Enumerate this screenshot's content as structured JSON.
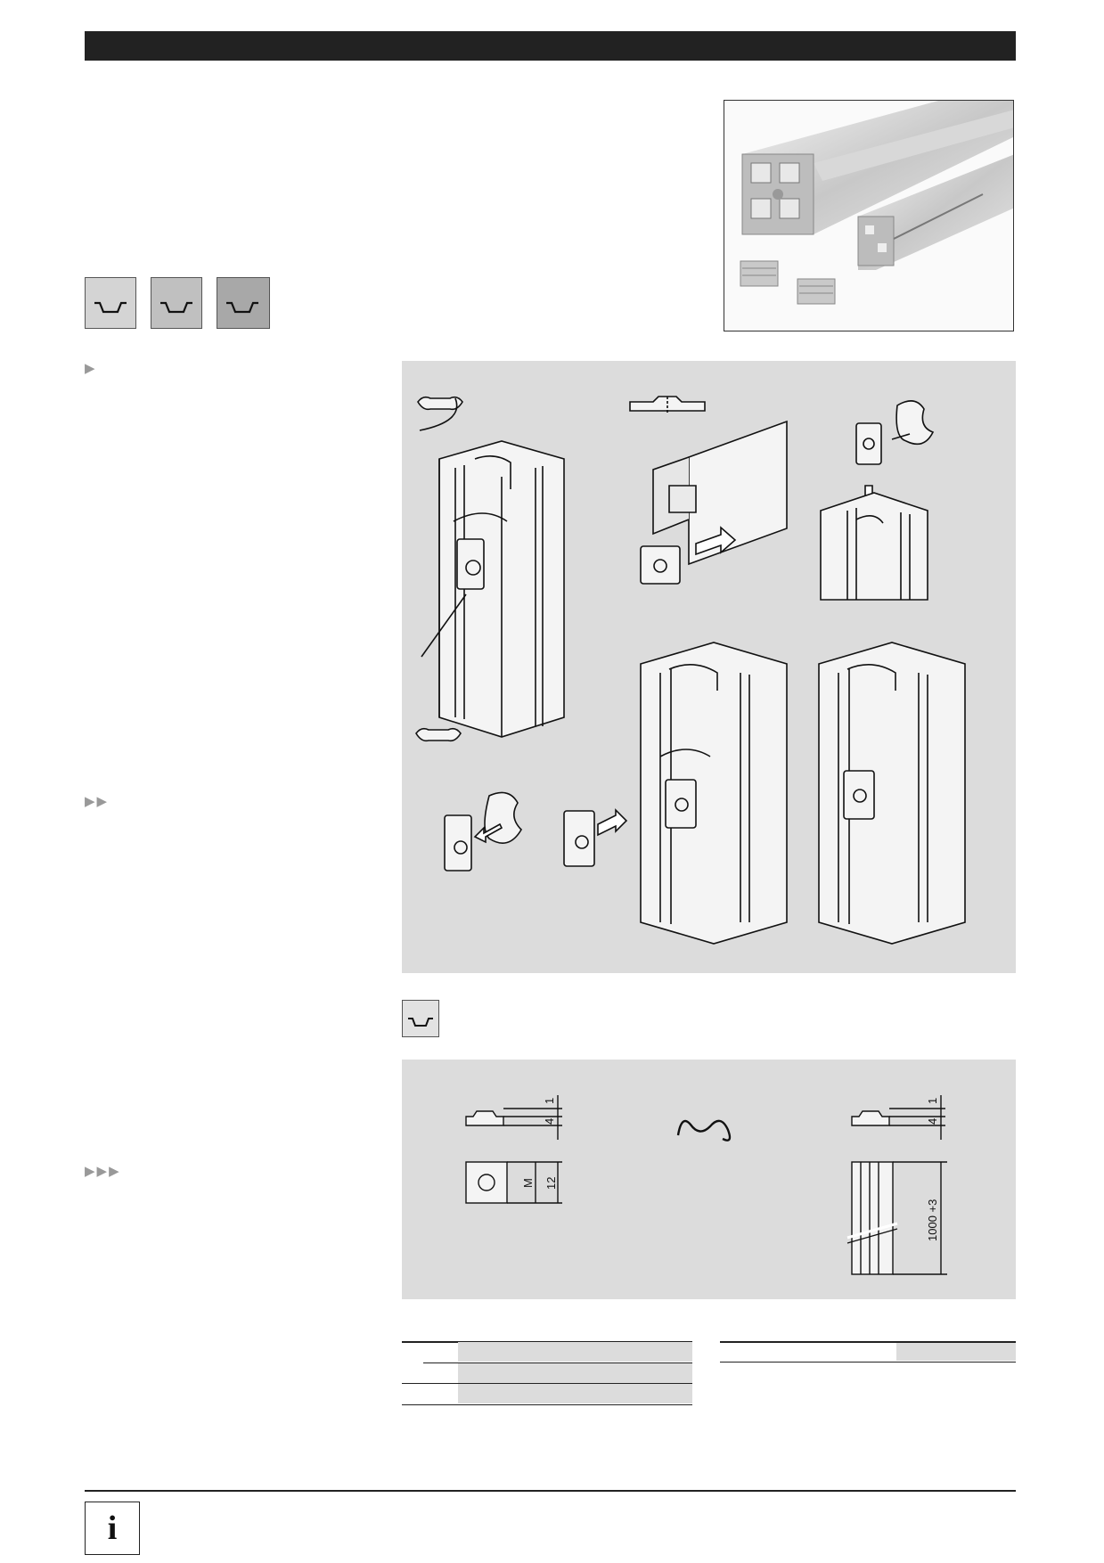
{
  "colors": {
    "header_bar": "#222222",
    "panel_gray": "#dcdcdc",
    "tile_light": "#d4d4d4",
    "tile_mid": "#c0c0c0",
    "tile_dark": "#a8a8a8",
    "arrow_gray": "#999999"
  },
  "photo": {
    "icon": "aluminium-profile-photo"
  },
  "section_markers": [
    "▶",
    "▶▶",
    "▶▶▶"
  ],
  "dimensions": {
    "left_top_a": "1",
    "left_top_b": "4",
    "left_m": "M",
    "left_12": "12",
    "right_top_a": "1",
    "right_top_b": "4",
    "right_length": "1000 +3"
  },
  "info": {
    "symbol": "i"
  }
}
